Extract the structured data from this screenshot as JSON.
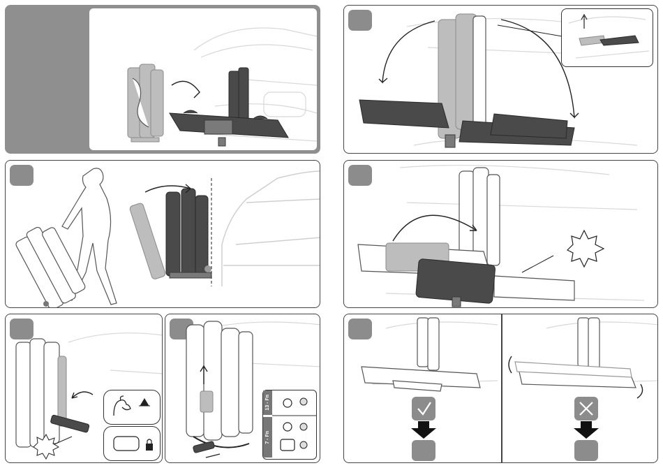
{
  "panels": {
    "cover": {
      "name": "cover"
    },
    "step1": {
      "name": "unfold"
    },
    "step2": {
      "name": "carry"
    },
    "step3": {
      "name": "lower-platform"
    },
    "step4a": {
      "name": "lever"
    },
    "step4b": {
      "name": "adjust"
    },
    "step5": {
      "name": "compare"
    }
  },
  "adjust_inset": {
    "label_top": "13 - Fn",
    "label_bottom": "7 - Fn"
  },
  "compare": {
    "ok_icon": "check-icon",
    "bad_icon": "cross-icon"
  },
  "colors": {
    "step_badge": "#8c8c8c",
    "rack_dark": "#4a4a4a",
    "rack_light": "#bdbdbd",
    "ghost_lines": "#d8d8d8"
  }
}
